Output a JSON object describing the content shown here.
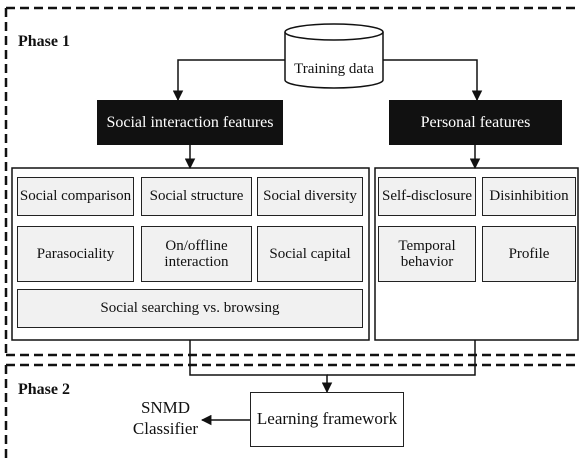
{
  "phase1": {
    "label": "Phase 1"
  },
  "phase2": {
    "label": "Phase 2"
  },
  "training_data": "Training data",
  "social_group": {
    "header": "Social interaction features",
    "features": [
      "Social comparison",
      "Social structure",
      "Social diversity",
      "Parasociality",
      "On/offline interaction",
      "Social capital",
      "Social searching vs. browsing"
    ]
  },
  "personal_group": {
    "header": "Personal features",
    "features": [
      "Self-disclosure",
      "Disinhibition",
      "Temporal behavior",
      "Profile"
    ]
  },
  "learning_framework": "Learning framework",
  "classifier": {
    "line1": "SNMD",
    "line2": "Classifier"
  }
}
